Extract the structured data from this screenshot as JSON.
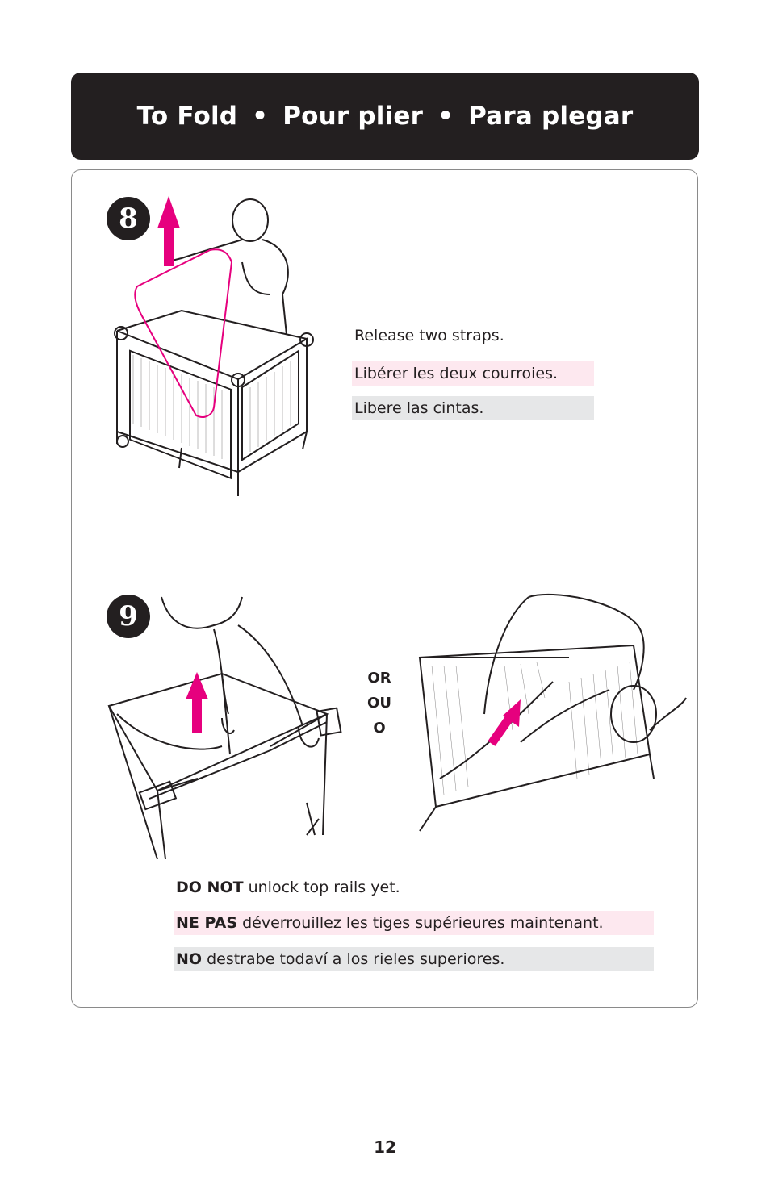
{
  "header": {
    "title_en": "To Fold",
    "title_fr": "Pour plier",
    "title_es": "Para plegar",
    "separator": "•"
  },
  "steps": [
    {
      "number": "8",
      "lines": [
        {
          "lang": "en",
          "text": "Release two straps."
        },
        {
          "lang": "fr",
          "text": "Libérer les deux courroies."
        },
        {
          "lang": "es",
          "text": "Libere las cintas."
        }
      ]
    },
    {
      "number": "9",
      "or_labels": [
        "OR",
        "OU",
        "O"
      ],
      "lines": [
        {
          "lang": "en",
          "bold": "DO NOT",
          "text": " unlock top rails yet."
        },
        {
          "lang": "fr",
          "bold": "NE PAS",
          "text": " déverrouillez les tiges supérieures maintenant."
        },
        {
          "lang": "es",
          "bold": "NO",
          "text": " destrabe todaví a los rieles superiores."
        }
      ]
    }
  ],
  "page_number": "12",
  "colors": {
    "header_bg": "#231f20",
    "accent_magenta": "#e6007e",
    "fr_highlight": "#fde8ef",
    "es_highlight": "#e6e7e8"
  }
}
